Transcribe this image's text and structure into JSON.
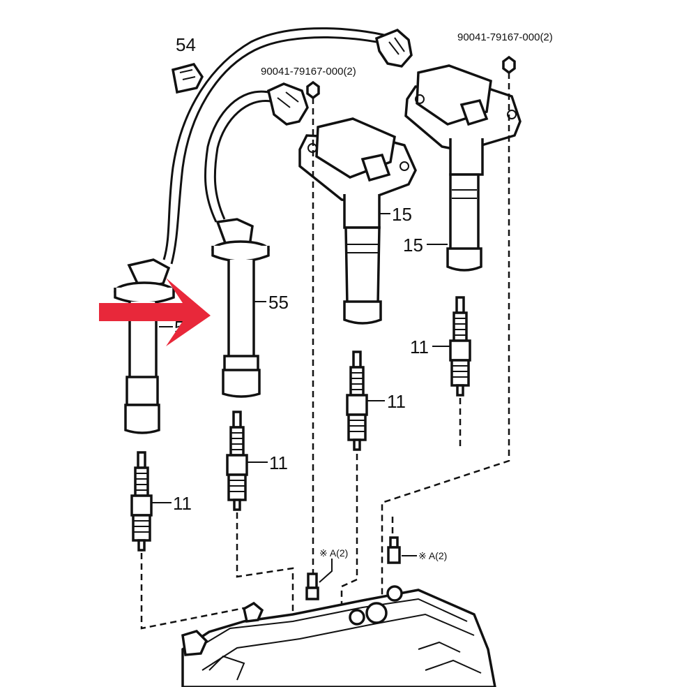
{
  "labels": {
    "clip": "54",
    "cord_front": "55",
    "cord_rear": "5",
    "coil": "15",
    "plug": "11",
    "nut": "90041-79167-000(2)",
    "bolt": "※ A(2)"
  },
  "colors": {
    "line": "#111111",
    "background": "#ffffff",
    "arrow": "#e8283a"
  },
  "icons": {
    "pointer": "red-arrow-icon"
  }
}
